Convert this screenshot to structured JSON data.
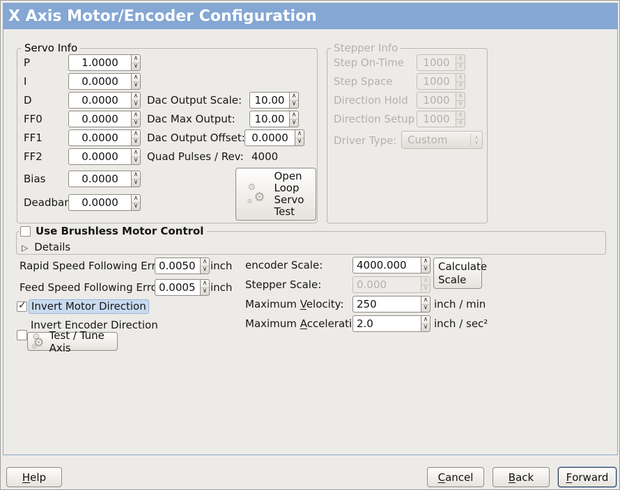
{
  "window": {
    "title": "X Axis Motor/Encoder Configuration"
  },
  "colors": {
    "header": "#84a7d4",
    "border_accent": "#88aacd",
    "selection": "#c9dbf0",
    "background": "#edebe8"
  },
  "servo": {
    "frame_label": "Servo Info",
    "params": [
      {
        "label": "P",
        "value": "1.0000"
      },
      {
        "label": "I",
        "value": "0.0000"
      },
      {
        "label": "D",
        "value": "0.0000"
      },
      {
        "label": "FF0",
        "value": "0.0000"
      },
      {
        "label": "FF1",
        "value": "0.0000"
      },
      {
        "label": "FF2",
        "value": "0.0000"
      },
      {
        "label": "Bias",
        "value": "0.0000"
      },
      {
        "label": "Deadband",
        "value": "0.0000"
      }
    ],
    "dac_scale_label": "Dac Output Scale:",
    "dac_scale_value": "10.00",
    "dac_max_label": "Dac Max Output:",
    "dac_max_value": "10.00",
    "dac_offset_label": "Dac Output Offset:",
    "dac_offset_value": "0.0000",
    "quad_label": "Quad Pulses / Rev:",
    "quad_value": "4000",
    "open_loop_lines": [
      "Open",
      "Loop",
      "Servo",
      "Test"
    ]
  },
  "stepper": {
    "frame_label": "Stepper Info",
    "params": [
      {
        "label": "Step On-Time",
        "value": "1000"
      },
      {
        "label": "Step Space",
        "value": "1000"
      },
      {
        "label": "Direction Hold",
        "value": "1000"
      },
      {
        "label": "Direction Setup",
        "value": "1000"
      }
    ],
    "driver_type_label": "Driver Type:",
    "driver_type_value": "Custom"
  },
  "brushless": {
    "checkbox_label": "Use Brushless Motor Control",
    "details_label": "Details"
  },
  "errors": {
    "rapid_label": "Rapid Speed Following Error:",
    "rapid_value": "0.0050",
    "rapid_unit": "inch",
    "feed_label": "Feed Speed Following Error:",
    "feed_value": "0.0005",
    "feed_unit": "inch"
  },
  "scales": {
    "encoder_label": "encoder Scale:",
    "encoder_value": "4000.000",
    "calculate_lines": [
      "Calculate",
      "Scale"
    ],
    "stepper_label": "Stepper Scale:",
    "stepper_value": "0.000",
    "velocity_label": {
      "pre": "Maximum ",
      "mn": "V",
      "post": "elocity:"
    },
    "velocity_value": "250",
    "velocity_unit": "inch / min",
    "accel_label": {
      "pre": "Maximum ",
      "mn": "A",
      "post": "cceleration:"
    },
    "accel_value": "2.0",
    "accel_unit": "inch / sec²"
  },
  "inverts": {
    "motor_label": "Invert Motor Direction",
    "encoder_label": "Invert Encoder Direction",
    "test_button": "Test / Tune Axis"
  },
  "footer": {
    "help": {
      "mn": "H",
      "post": "elp"
    },
    "cancel": {
      "mn": "C",
      "post": "ancel"
    },
    "back": {
      "mn": "B",
      "post": "ack"
    },
    "forward": {
      "mn": "F",
      "post": "orward"
    }
  }
}
